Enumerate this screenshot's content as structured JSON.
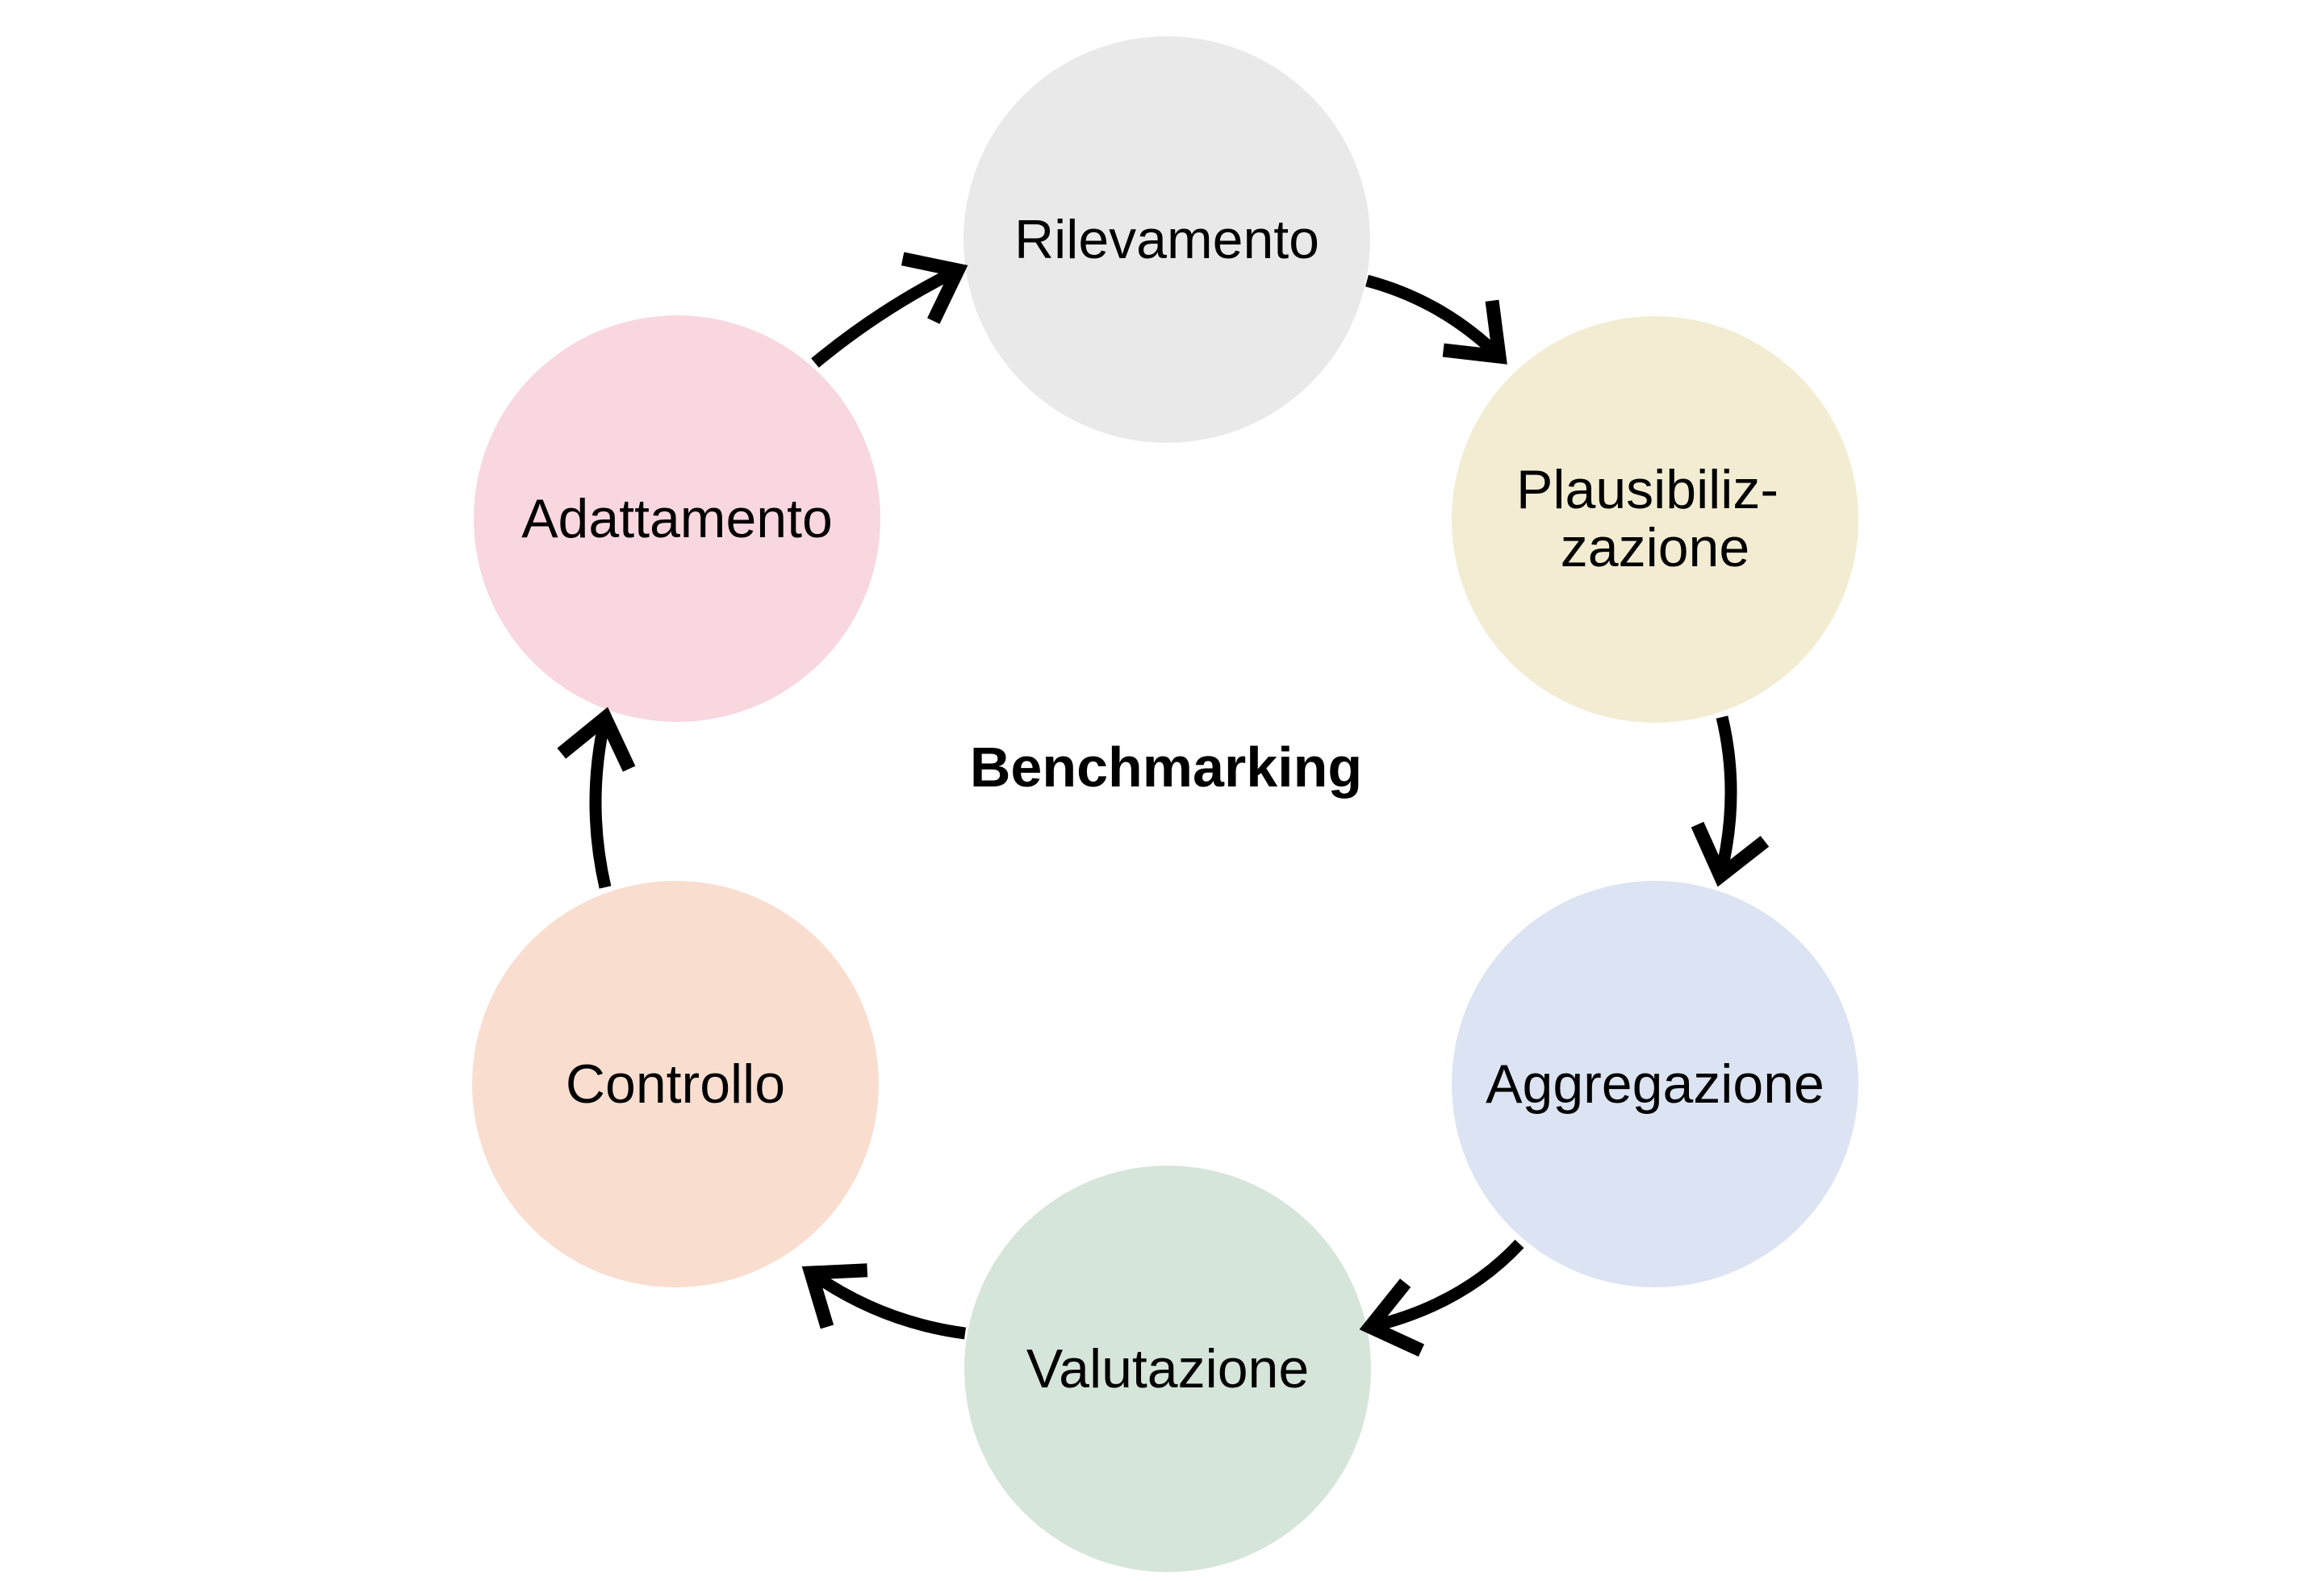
{
  "diagram": {
    "title": "Benchmarking",
    "cycle_order": [
      "Rilevamento",
      "Plausibilizzazione",
      "Aggregazione",
      "Valutazione",
      "Controllo",
      "Adattamento"
    ],
    "nodes": {
      "rilevamento": {
        "label": "Rilevamento",
        "color": "#e9e9e9"
      },
      "plausibilizzazione": {
        "label_line1": "Plausibiliz-",
        "label_line2": "zazione",
        "color": "#f2ecd2"
      },
      "aggregazione": {
        "label": "Aggregazione",
        "color": "#dce3f2"
      },
      "valutazione": {
        "label": "Valutazione",
        "color": "#d5e5d9"
      },
      "controllo": {
        "label": "Controllo",
        "color": "#f9ded0"
      },
      "adattamento": {
        "label": "Adattamento",
        "color": "#f9d7df"
      }
    },
    "colors": {
      "arrow": "#000000",
      "label_text": "#000000",
      "background": "#ffffff"
    }
  }
}
